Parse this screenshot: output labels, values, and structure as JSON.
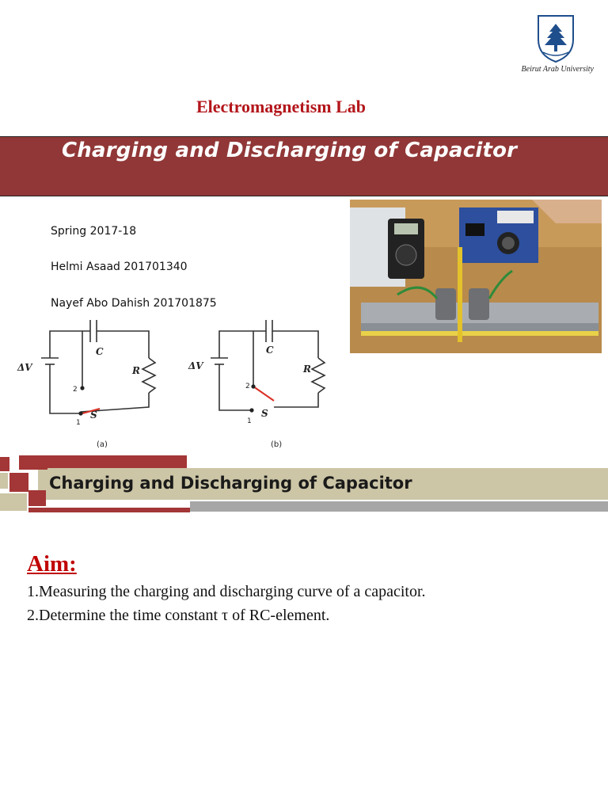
{
  "header": {
    "university": "Beirut Arab University",
    "lab_title": "Electromagnetism Lab"
  },
  "banner": {
    "title": "Charging and Discharging of Capacitor"
  },
  "info": {
    "semester": "Spring 2017-18",
    "author1": "Helmi Asaad 201701340",
    "author2": "Nayef Abo Dahish 201701875"
  },
  "circuits": {
    "a": {
      "caption": "(a)",
      "delta_v": "ΔV",
      "cap": "C",
      "res": "R",
      "switch": "S",
      "node1": "1",
      "node2": "2"
    },
    "b": {
      "caption": "(b)",
      "delta_v": "ΔV",
      "cap": "C",
      "res": "R",
      "switch": "S",
      "node1": "1",
      "node2": "2"
    }
  },
  "section": {
    "title": "Charging and Discharging of Capacitor"
  },
  "aim": {
    "heading": "Aim:",
    "items": [
      "1.Measuring the charging and discharging curve of a capacitor.",
      "2.Determine the time constant τ of RC-element."
    ]
  },
  "colors": {
    "banner": "#913737",
    "lab_title": "#b3161b",
    "aim_heading": "#c00000",
    "section_beige": "#ccc5a6",
    "section_red": "#a33636"
  }
}
